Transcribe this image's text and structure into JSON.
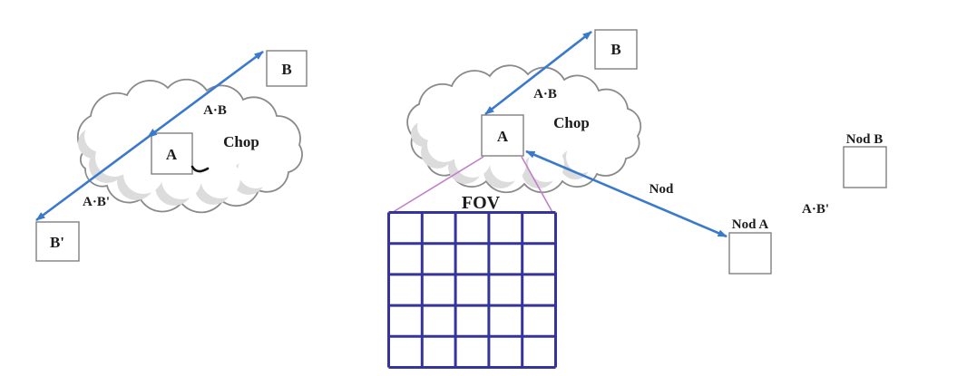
{
  "diagram": {
    "left": {
      "box_b_label": "B",
      "box_a_label": "A",
      "box_bprime_label": "B'",
      "chop_arrow_label": "A·B",
      "chop_label": "Chop",
      "return_arrow_label": "A·B'"
    },
    "right": {
      "box_b_label": "B",
      "box_a_label": "A",
      "chop_arrow_label": "A·B",
      "chop_label": "Chop",
      "fov_label": "FOV",
      "fov_grid": {
        "rows": 5,
        "cols": 5
      },
      "nod_arrow_label": "Nod",
      "nod_a_label": "Nod A",
      "nod_b_label": "Nod B",
      "abprime_label": "A·B'"
    },
    "colors": {
      "arrow_blue": "#3b79cc",
      "grid_navy": "#34349c",
      "projection_purple": "#c07fc8",
      "cloud_outline": "#8a8a8a",
      "cloud_shadow": "#dcdcdc",
      "box_border": "#7f7f7f",
      "text": "#1c1c1c"
    }
  }
}
